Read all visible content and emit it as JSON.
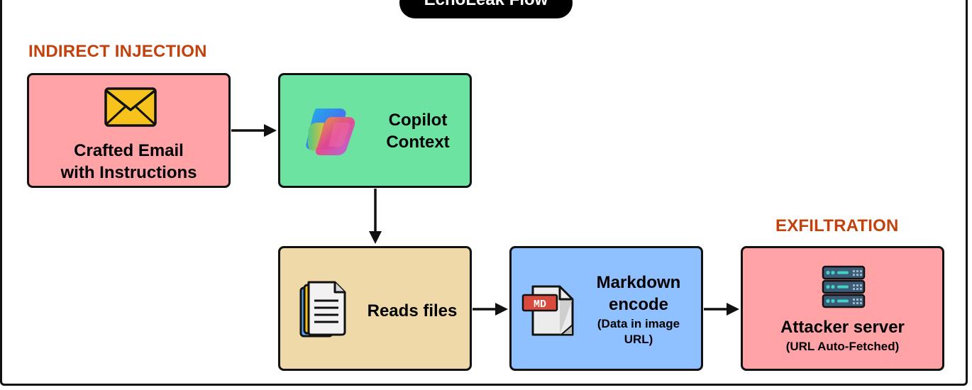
{
  "title": "EchoLeak Flow",
  "sections": {
    "injection": "INDIRECT INJECTION",
    "exfiltration": "EXFILTRATION"
  },
  "nodes": {
    "email": {
      "label_line1": "Crafted Email",
      "label_line2": "with Instructions",
      "color": "#ffa3a7",
      "icon": "envelope-icon"
    },
    "copilot": {
      "label_line1": "Copilot",
      "label_line2": "Context",
      "color": "#6ce3a0",
      "icon": "copilot-logo-icon"
    },
    "reads": {
      "label": "Reads files",
      "color": "#efd9a8",
      "icon": "documents-icon"
    },
    "markdown": {
      "label_line1": "Markdown",
      "label_line2": "encode",
      "sub_line1": "(Data in image",
      "sub_line2": "URL)",
      "md_badge": "MD",
      "color": "#8fc0ff",
      "icon": "markdown-file-icon"
    },
    "attacker": {
      "label": "Attacker server",
      "sub": "(URL Auto-Fetched)",
      "color": "#ffa3a7",
      "icon": "server-rack-icon"
    }
  }
}
